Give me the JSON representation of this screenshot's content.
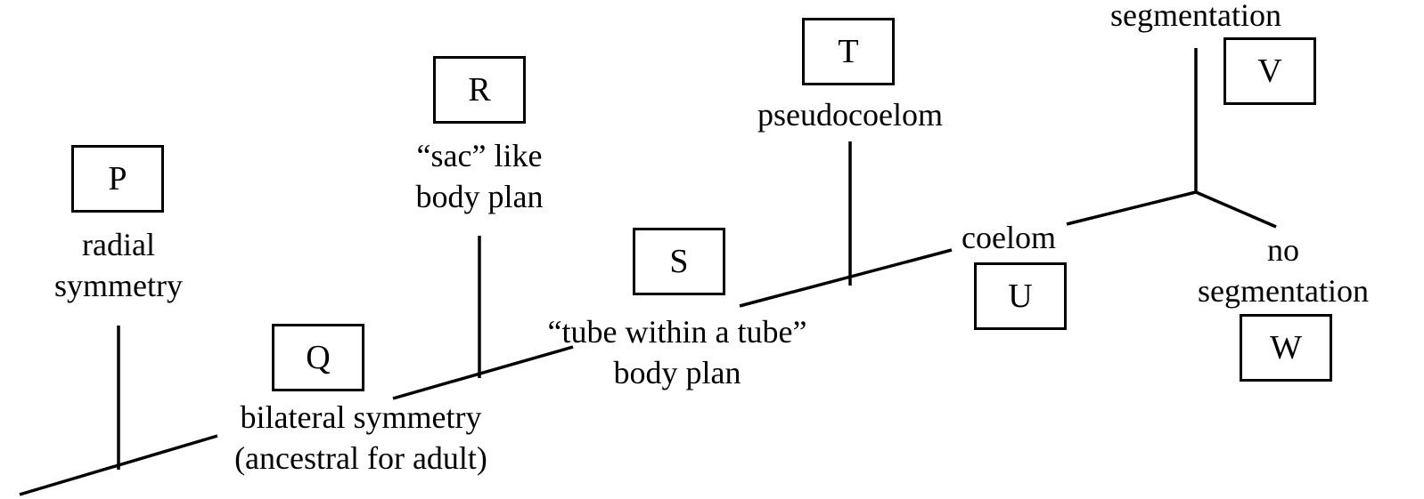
{
  "diagram": {
    "type": "cladogram",
    "nodes": [
      {
        "id": "P",
        "label_lines": [
          "radial",
          "symmetry"
        ]
      },
      {
        "id": "Q",
        "label_lines": [
          "bilateral symmetry",
          "(ancestral for adult)"
        ]
      },
      {
        "id": "R",
        "label_lines": [
          "“sac” like",
          "body plan"
        ]
      },
      {
        "id": "S",
        "label_lines": [
          "“tube within a tube”",
          "body plan"
        ]
      },
      {
        "id": "T",
        "label_lines": [
          "pseudocoelom"
        ]
      },
      {
        "id": "U",
        "label_lines": [
          "coelom"
        ]
      },
      {
        "id": "V",
        "label_lines": [
          "segmentation"
        ]
      },
      {
        "id": "W",
        "label_lines": [
          "no",
          "segmentation"
        ]
      }
    ]
  },
  "boxes": {
    "P": "P",
    "Q": "Q",
    "R": "R",
    "S": "S",
    "T": "T",
    "U": "U",
    "V": "V",
    "W": "W"
  },
  "labels": {
    "p1": "radial",
    "p2": "symmetry",
    "q1": "bilateral symmetry",
    "q2": "(ancestral for adult)",
    "r1": "“sac” like",
    "r2": "body plan",
    "s1": "“tube within a tube”",
    "s2": "body plan",
    "t1": "pseudocoelom",
    "u1": "coelom",
    "v1": "segmentation",
    "w1": "no",
    "w2": "segmentation"
  }
}
